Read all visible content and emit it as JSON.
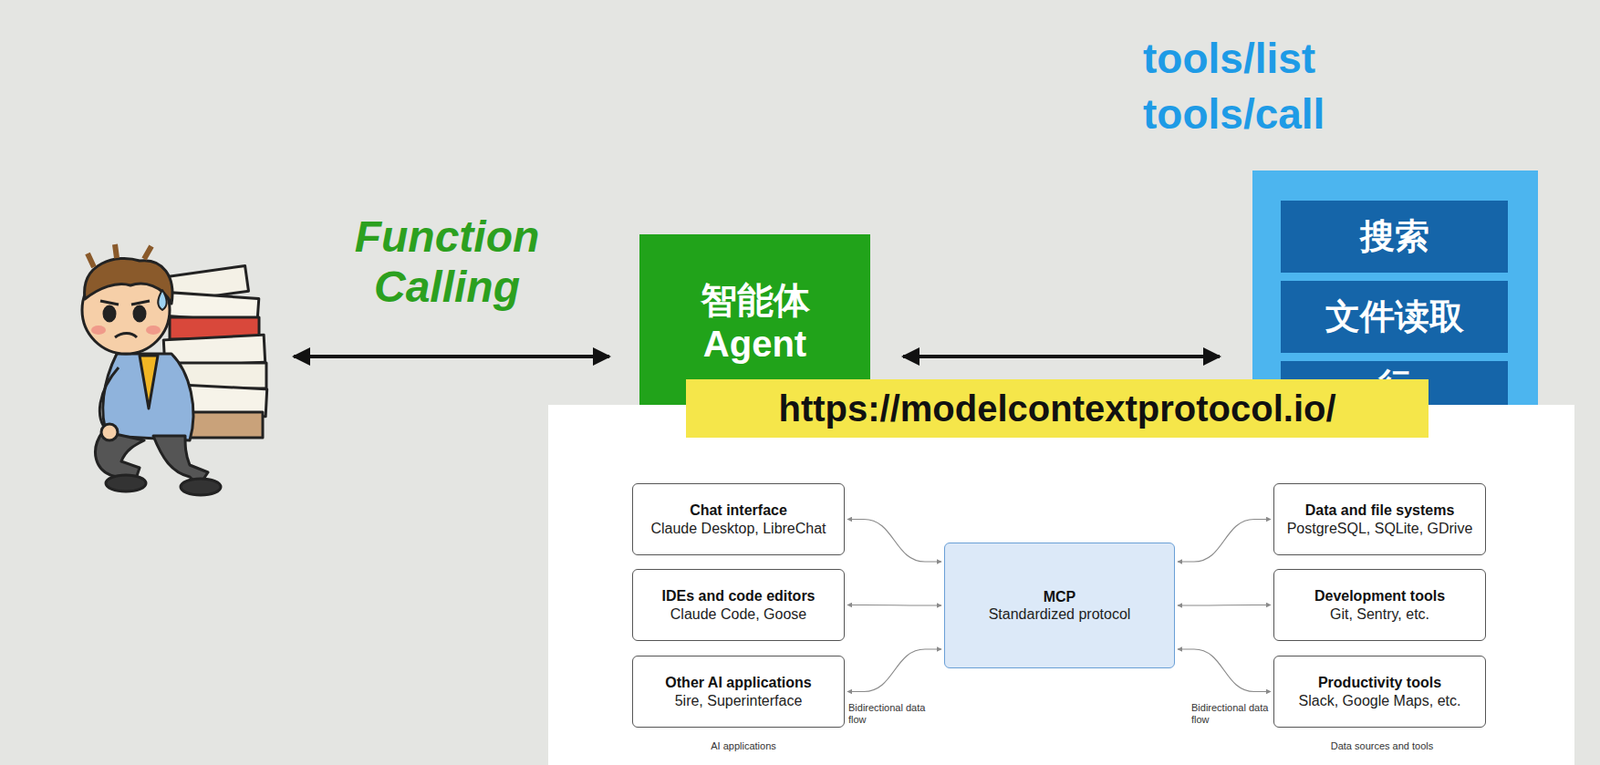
{
  "diagram": {
    "nodes": [
      {
        "text": [
          "智能体",
          "Agent"
        ]
      },
      {
        "text": [
          "tools/list",
          "tools/call"
        ]
      },
      {
        "text": [
          "搜索"
        ],
        "in": 1
      },
      {
        "text": [
          "文件读取"
        ],
        "in": 1
      },
      {
        "text": [
          "行"
        ],
        "in": 1
      },
      {
        "text": [
          "Chat interface",
          "Claude Desktop, LibreChat"
        ]
      },
      {
        "text": [
          "IDEs and code editors",
          "Claude Code, Goose"
        ]
      },
      {
        "text": [
          "Other AI applications",
          "5ire, Superinterface"
        ]
      },
      {
        "text": [
          "MCP",
          "Standardized protocol"
        ]
      },
      {
        "text": [
          "Data and file systems",
          "PostgreSQL, SQLite, GDrive"
        ]
      },
      {
        "text": [
          "Development tools",
          "Git, Sentry, etc."
        ]
      },
      {
        "text": [
          "Productivity tools",
          "Slack, Google Maps, etc."
        ]
      }
    ],
    "edges": [
      {
        "from": 0,
        "to": 1,
        "arrow": "both"
      },
      {
        "from": 5,
        "to": 8,
        "arrow": "both"
      },
      {
        "from": 6,
        "to": 8,
        "arrow": "both"
      },
      {
        "from": 7,
        "to": 8,
        "arrow": "both"
      },
      {
        "from": 8,
        "to": 9,
        "arrow": "both"
      },
      {
        "from": 8,
        "to": 10,
        "arrow": "both"
      },
      {
        "from": 8,
        "to": 11,
        "arrow": "both"
      }
    ],
    "labels": [
      "Function Calling",
      "https://modelcontextprotocol.io/",
      "Bidirectional data flow",
      "Bidirectional data flow",
      "AI applications",
      "Data sources and tools"
    ]
  }
}
